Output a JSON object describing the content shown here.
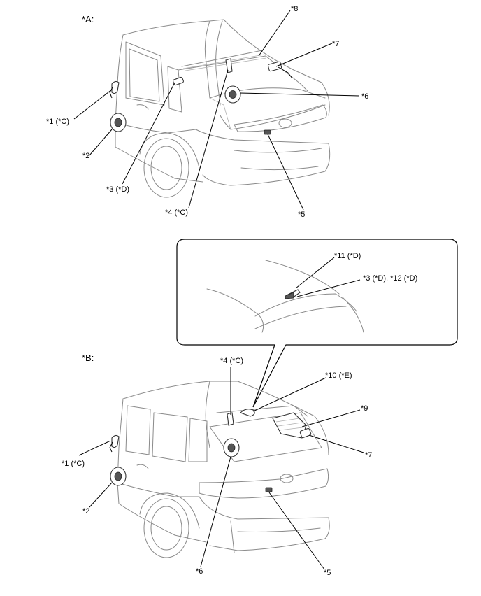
{
  "sections": {
    "a": "*A:",
    "b": "*B:"
  },
  "labels_a": {
    "l1": "*1 (*C)",
    "l2": "*2",
    "l3": "*3 (*D)",
    "l4": "*4 (*C)",
    "l5": "*5",
    "l6": "*6",
    "l7": "*7",
    "l8": "*8"
  },
  "labels_b": {
    "l1": "*1 (*C)",
    "l2": "*2",
    "l4": "*4 (*C)",
    "l5": "*5",
    "l6": "*6",
    "l7": "*7",
    "l9": "*9",
    "l10": "*10 (*E)"
  },
  "detail": {
    "l11": "*11 (*D)",
    "l3_12": "*3 (*D), *12 (*D)"
  }
}
